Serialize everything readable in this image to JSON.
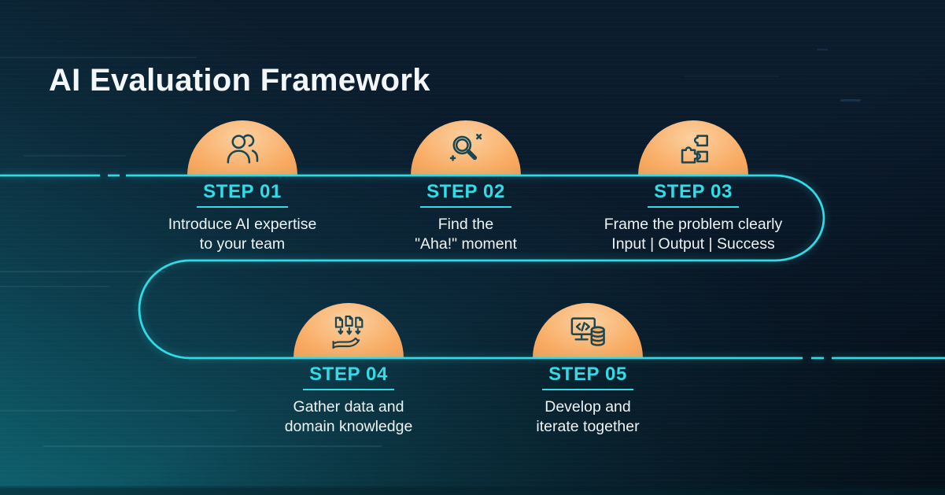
{
  "title": "AI Evaluation Framework",
  "colors": {
    "background_navy": "#0b1c2d",
    "background_teal_corner": "#0d5c6b",
    "background_dark_corner": "#050e18",
    "accent_cyan": "#2fdbe6",
    "step_label_cyan": "#31dce7",
    "circle_orange_light": "#fcd0a0",
    "circle_orange_dark": "#f0914a",
    "icon_stroke_teal": "#1a4652",
    "text_primary": "#eef3f5"
  },
  "connector": {
    "color": "#2fdbe6",
    "shape": "snake path with rounded right and left caps and short dash breaks"
  },
  "steps": [
    {
      "label": "STEP 01",
      "line1": "Introduce AI expertise",
      "line2": "to your team",
      "icon": "team-icon"
    },
    {
      "label": "STEP 02",
      "line1": "Find the",
      "line2": "\"Aha!\" moment",
      "icon": "search-icon"
    },
    {
      "label": "STEP 03",
      "line1": "Frame the problem clearly",
      "line2": "Input | Output | Success",
      "icon": "puzzle-icon"
    },
    {
      "label": "STEP 04",
      "line1": "Gather data and",
      "line2": "domain knowledge",
      "icon": "data-gathering-icon"
    },
    {
      "label": "STEP 05",
      "line1": "Develop and",
      "line2": "iterate together",
      "icon": "develop-icon"
    }
  ]
}
